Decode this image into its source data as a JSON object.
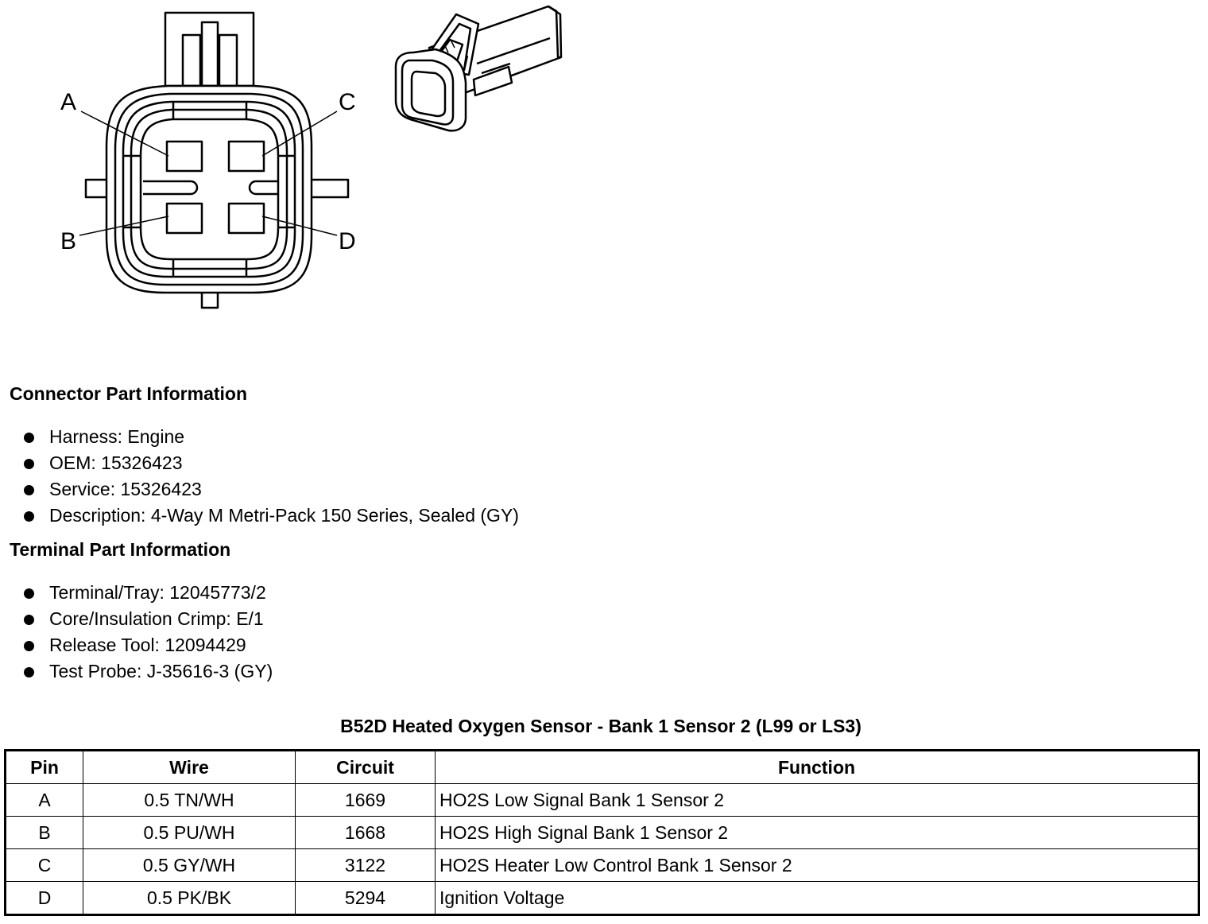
{
  "diagram": {
    "pin_labels": [
      "A",
      "B",
      "C",
      "D"
    ]
  },
  "connector_info": {
    "heading": "Connector Part Information",
    "items": [
      "Harness: Engine",
      "OEM: 15326423",
      "Service: 15326423",
      "Description: 4-Way M Metri-Pack 150 Series, Sealed (GY)"
    ]
  },
  "terminal_info": {
    "heading": "Terminal Part Information",
    "items": [
      "Terminal/Tray: 12045773/2",
      "Core/Insulation Crimp: E/1",
      "Release Tool: 12094429",
      "Test Probe: J-35616-3 (GY)"
    ]
  },
  "pin_table": {
    "title": "B52D Heated Oxygen Sensor - Bank 1 Sensor 2 (L99 or LS3)",
    "headers": [
      "Pin",
      "Wire",
      "Circuit",
      "Function"
    ],
    "rows": [
      [
        "A",
        "0.5 TN/WH",
        "1669",
        "HO2S Low Signal Bank 1 Sensor 2"
      ],
      [
        "B",
        "0.5 PU/WH",
        "1668",
        "HO2S High Signal Bank 1 Sensor 2"
      ],
      [
        "C",
        "0.5 GY/WH",
        "3122",
        "HO2S Heater Low Control Bank 1 Sensor 2"
      ],
      [
        "D",
        "0.5 PK/BK",
        "5294",
        "Ignition Voltage"
      ]
    ]
  }
}
